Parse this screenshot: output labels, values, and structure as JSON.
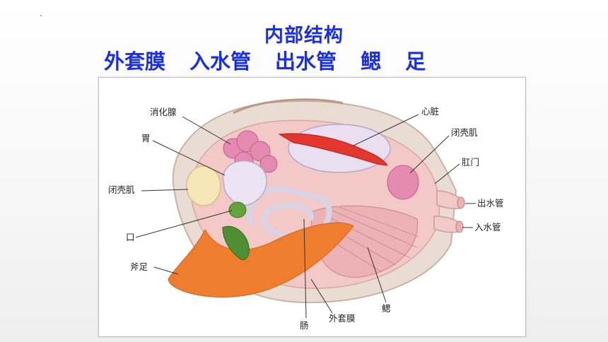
{
  "slide": {
    "title": "内部结构",
    "terms": [
      "外套膜",
      "入水管",
      "出水管",
      "鳃",
      "足"
    ]
  },
  "diagram": {
    "labels": {
      "digestive_gland": "消化腺",
      "stomach": "胃",
      "adductor_left": "闭壳肌",
      "mouth": "口",
      "foot": "斧足",
      "intestine": "肠",
      "mantle": "外套膜",
      "gill": "鳃",
      "heart": "心脏",
      "adductor_right": "闭壳肌",
      "anus": "肛门",
      "excurrent_siphon": "出水管",
      "incurrent_siphon": "入水管"
    },
    "colors": {
      "shell": "#e9dcd3",
      "mantle": "#f2c9c6",
      "foot": "#ef7d2e",
      "gland": "#e58ab0",
      "stomach": "#ebe3f2",
      "heart": "#e2372c",
      "gill": "#ecb2b6",
      "green": "#62a33c"
    }
  }
}
